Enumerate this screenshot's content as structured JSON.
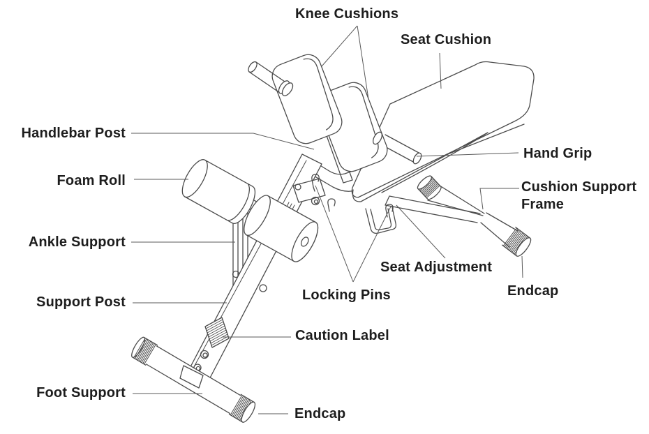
{
  "diagram": {
    "type": "labeled-parts-diagram",
    "subject": "back extension exercise bench illustration",
    "colors": {
      "background": "#ffffff",
      "line_art": "#4b4b4b",
      "leader_line": "#595959",
      "label_text": "#1d1d1d"
    },
    "labels": {
      "knee_cushions": "Knee Cushions",
      "seat_cushion": "Seat Cushion",
      "handlebar_post": "Handlebar Post",
      "foam_roll": "Foam Roll",
      "hand_grip": "Hand Grip",
      "cushion_support_frame_line1": "Cushion Support",
      "cushion_support_frame_line2": "Frame",
      "ankle_support": "Ankle Support",
      "seat_adjustment": "Seat Adjustment",
      "locking_pins": "Locking Pins",
      "endcap_right": "Endcap",
      "support_post": "Support Post",
      "caution_label": "Caution Label",
      "foot_support": "Foot Support",
      "endcap_bottom": "Endcap"
    }
  }
}
